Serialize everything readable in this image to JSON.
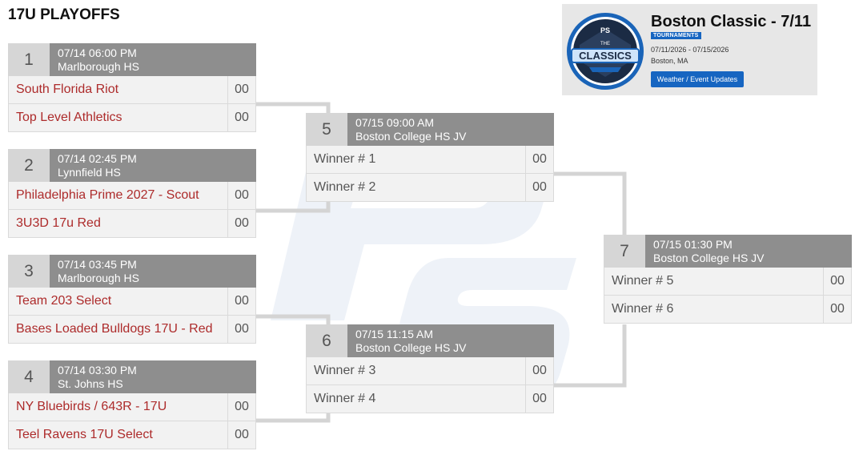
{
  "page": {
    "title": "17U PLAYOFFS"
  },
  "event": {
    "logo_top_text": "PS",
    "logo_small_text": "THE",
    "logo_text": "CLASSICS",
    "title": "Boston Classic - 7/11",
    "badge": "TOURNAMENTS",
    "dates": "07/11/2026 - 07/15/2026",
    "location": "Boston, MA",
    "button_label": "Weather / Event Updates"
  },
  "colors": {
    "team_link": "#ad2b2b",
    "header_bg": "#8e8e8e",
    "accent_blue": "#1665c1"
  },
  "matches": [
    {
      "number": "1",
      "datetime": "07/14 06:00 PM",
      "venue": "Marlborough HS",
      "teams": [
        {
          "name": "South Florida Riot",
          "score": "00"
        },
        {
          "name": "Top Level Athletics",
          "score": "00"
        }
      ]
    },
    {
      "number": "2",
      "datetime": "07/14 02:45 PM",
      "venue": "Lynnfield HS",
      "teams": [
        {
          "name": "Philadelphia Prime 2027 - Scout",
          "score": "00"
        },
        {
          "name": "3U3D 17u Red",
          "score": "00"
        }
      ]
    },
    {
      "number": "3",
      "datetime": "07/14 03:45 PM",
      "venue": "Marlborough HS",
      "teams": [
        {
          "name": "Team 203 Select",
          "score": "00"
        },
        {
          "name": "Bases Loaded Bulldogs 17U - Red",
          "score": "00"
        }
      ]
    },
    {
      "number": "4",
      "datetime": "07/14 03:30 PM",
      "venue": "St. Johns HS",
      "teams": [
        {
          "name": "NY Bluebirds / 643R - 17U",
          "score": "00"
        },
        {
          "name": "Teel Ravens 17U Select",
          "score": "00"
        }
      ]
    },
    {
      "number": "5",
      "datetime": "07/15 09:00 AM",
      "venue": "Boston College HS JV",
      "teams": [
        {
          "name": "Winner # 1",
          "score": "00"
        },
        {
          "name": "Winner # 2",
          "score": "00"
        }
      ]
    },
    {
      "number": "6",
      "datetime": "07/15 11:15 AM",
      "venue": "Boston College HS JV",
      "teams": [
        {
          "name": "Winner # 3",
          "score": "00"
        },
        {
          "name": "Winner # 4",
          "score": "00"
        }
      ]
    },
    {
      "number": "7",
      "datetime": "07/15 01:30 PM",
      "venue": "Boston College HS JV",
      "teams": [
        {
          "name": "Winner # 5",
          "score": "00"
        },
        {
          "name": "Winner # 6",
          "score": "00"
        }
      ]
    }
  ]
}
